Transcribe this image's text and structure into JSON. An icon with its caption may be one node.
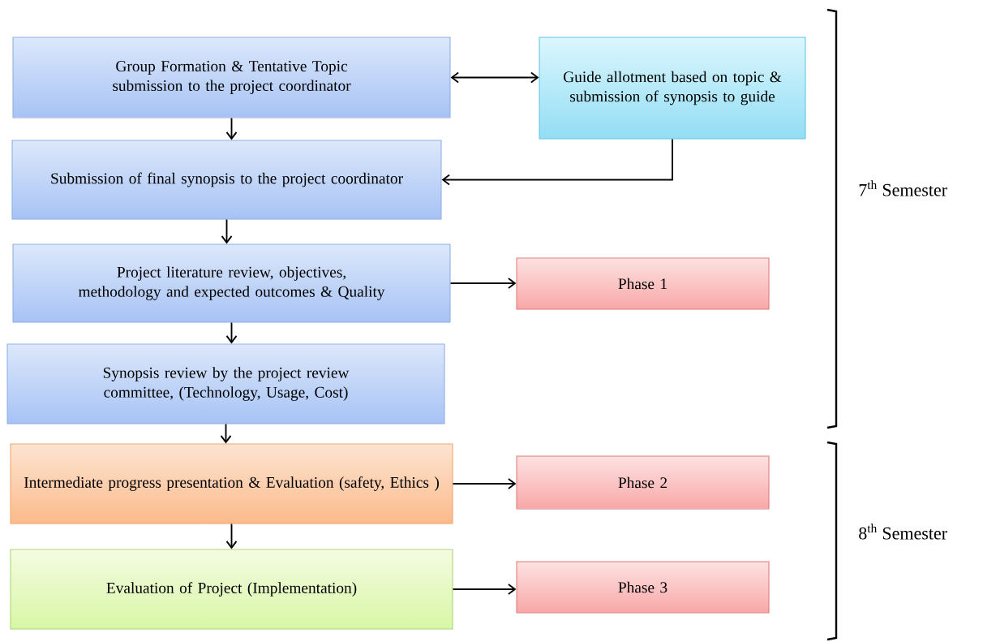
{
  "diagram": {
    "nodes": [
      {
        "text": [
          "Group Formation & Tentative Topic submission to the project coordinator"
        ]
      },
      {
        "text": [
          "Guide allotment based on topic & submission of synopsis to guide"
        ]
      },
      {
        "text": [
          "Submission of final synopsis to the project coordinator"
        ]
      },
      {
        "text": [
          "Project literature review, objectives, methodology and expected outcomes & Quality"
        ]
      },
      {
        "text": [
          "Synopsis review by the project review committee, (Technology, Usage, Cost)"
        ]
      },
      {
        "text": [
          "Intermediate progress presentation & Evaluation (safety, Ethics )"
        ]
      },
      {
        "text": [
          "Evaluation of Project (Implementation)"
        ]
      },
      {
        "text": [
          "Phase 1"
        ]
      },
      {
        "text": [
          "Phase 2"
        ]
      },
      {
        "text": [
          "Phase 3"
        ]
      }
    ],
    "edges": [
      {
        "from": 0,
        "to": 1,
        "arrow": "both"
      },
      {
        "from": 0,
        "to": 2,
        "arrow": "to"
      },
      {
        "from": 1,
        "to": 2,
        "arrow": "to"
      },
      {
        "from": 2,
        "to": 3,
        "arrow": "to"
      },
      {
        "from": 3,
        "to": 7,
        "arrow": "to"
      },
      {
        "from": 3,
        "to": 4,
        "arrow": "to"
      },
      {
        "from": 4,
        "to": 5,
        "arrow": "to"
      },
      {
        "from": 5,
        "to": 8,
        "arrow": "to"
      },
      {
        "from": 5,
        "to": 6,
        "arrow": "to"
      },
      {
        "from": 6,
        "to": 9,
        "arrow": "to"
      }
    ],
    "labels": [
      "7$^{th}$ Semester",
      "8$^{th}$ Semester"
    ]
  }
}
